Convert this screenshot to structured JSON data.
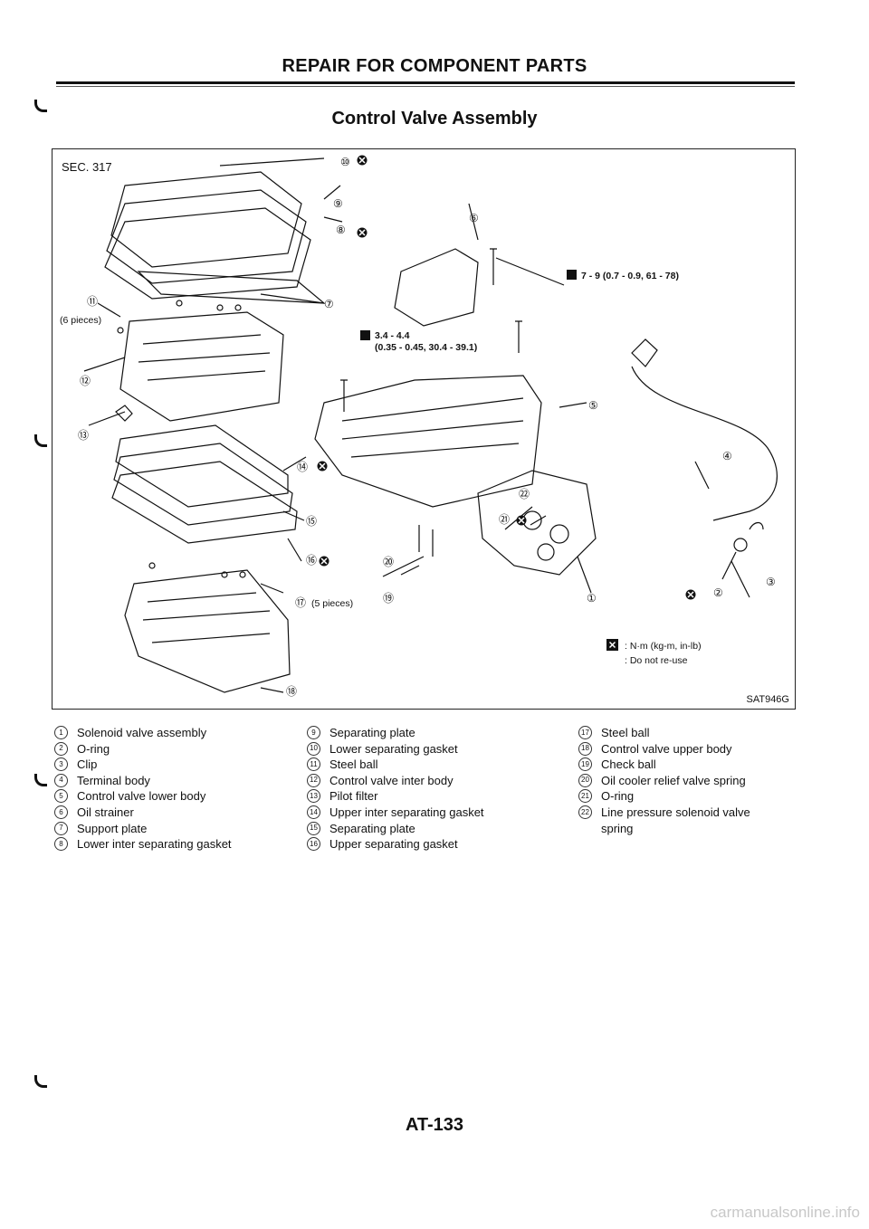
{
  "header": {
    "section": "REPAIR FOR COMPONENT PARTS",
    "title": "Control Valve Assembly"
  },
  "figure": {
    "sec_label": "SEC. 317",
    "figure_id": "SAT946G",
    "callouts": [
      "1",
      "2",
      "3",
      "4",
      "5",
      "6",
      "7",
      "8",
      "9",
      "10",
      "11",
      "12",
      "13",
      "14",
      "15",
      "16",
      "17",
      "18",
      "19",
      "20",
      "21",
      "22"
    ],
    "qty_11": "(6 pieces)",
    "qty_17": "(5 pieces)",
    "torque_1": "7 - 9 (0.7 - 0.9, 61 - 78)",
    "torque_2_line1": "3.4 - 4.4",
    "torque_2_line2": "(0.35 - 0.45, 30.4 - 39.1)",
    "legend_torque": ": N·m (kg-m, in-lb)",
    "legend_noreuse": ": Do not re-use"
  },
  "parts": {
    "col1": [
      {
        "num": "1",
        "label": "Solenoid valve assembly"
      },
      {
        "num": "2",
        "label": "O-ring"
      },
      {
        "num": "3",
        "label": "Clip"
      },
      {
        "num": "4",
        "label": "Terminal body"
      },
      {
        "num": "5",
        "label": "Control valve lower body"
      },
      {
        "num": "6",
        "label": "Oil strainer"
      },
      {
        "num": "7",
        "label": "Support plate"
      },
      {
        "num": "8",
        "label": "Lower inter separating gasket"
      }
    ],
    "col2": [
      {
        "num": "9",
        "label": "Separating plate"
      },
      {
        "num": "10",
        "label": "Lower separating gasket"
      },
      {
        "num": "11",
        "label": "Steel ball"
      },
      {
        "num": "12",
        "label": "Control valve inter body"
      },
      {
        "num": "13",
        "label": "Pilot filter"
      },
      {
        "num": "14",
        "label": "Upper inter separating gasket"
      },
      {
        "num": "15",
        "label": "Separating plate"
      },
      {
        "num": "16",
        "label": "Upper separating gasket"
      }
    ],
    "col3": [
      {
        "num": "17",
        "label": "Steel ball"
      },
      {
        "num": "18",
        "label": "Control valve upper body"
      },
      {
        "num": "19",
        "label": "Check ball"
      },
      {
        "num": "20",
        "label": "Oil cooler relief valve spring"
      },
      {
        "num": "21",
        "label": "O-ring"
      },
      {
        "num": "22",
        "label": "Line pressure solenoid valve"
      },
      {
        "num": "",
        "label": "spring"
      }
    ]
  },
  "footer": {
    "page_number": "AT-133",
    "watermark": "carmanualsonline.info"
  },
  "colors": {
    "ink": "#111111",
    "paper": "#ffffff",
    "watermark": "#c8c8c8"
  }
}
